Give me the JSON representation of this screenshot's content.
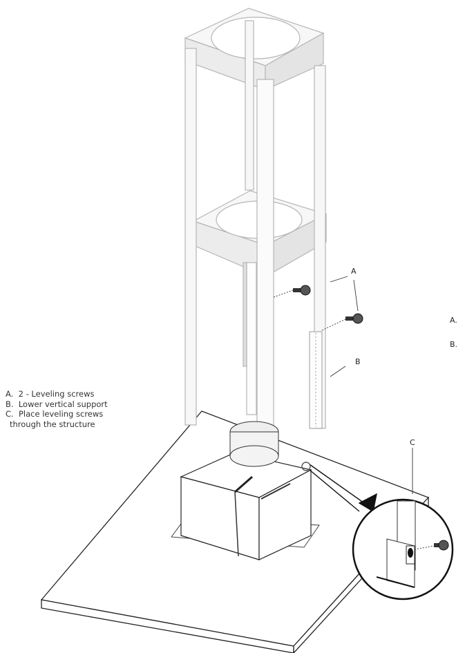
{
  "callouts": {
    "a": "A",
    "b": "B",
    "c": "C",
    "right_a": "A.",
    "right_b": "B."
  },
  "legend": {
    "items": [
      "A.  2 - Leveling screws",
      "B.  Lower vertical support",
      "C.  Place leveling screws",
      "through the structure"
    ]
  },
  "colors": {
    "line": "#222222",
    "light_line": "#b8b8b8",
    "frame": "#f6f6f6",
    "countertop": "#ffffff",
    "dark": "#111111"
  }
}
